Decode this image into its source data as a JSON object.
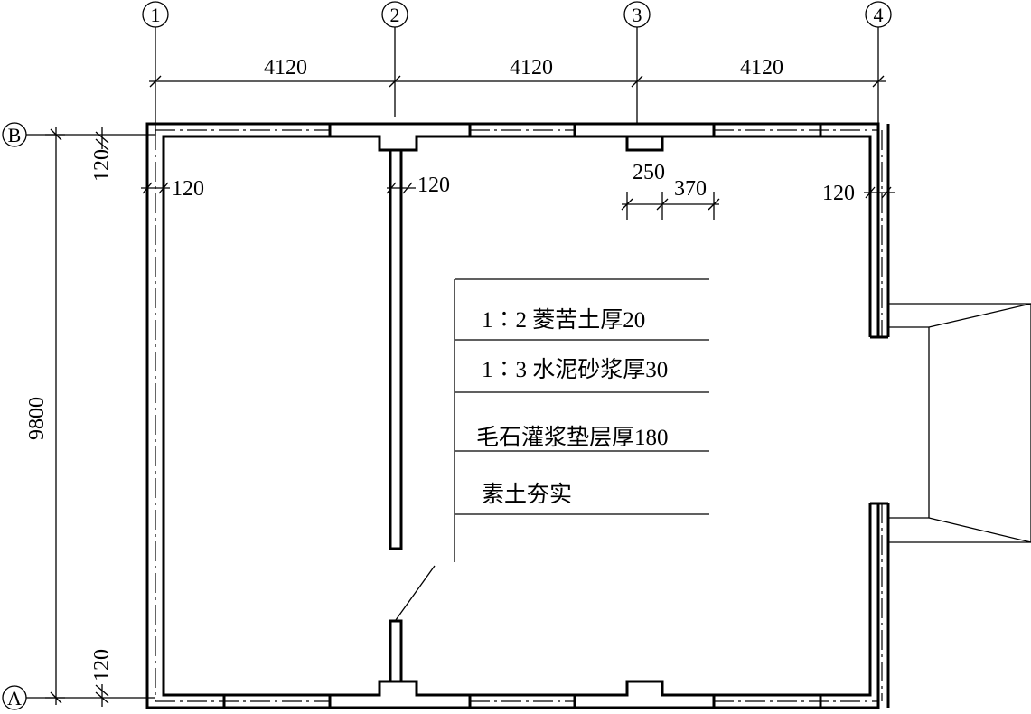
{
  "axes": {
    "columns": [
      "1",
      "2",
      "3",
      "4"
    ],
    "rows": [
      "B",
      "A"
    ]
  },
  "dimensions": {
    "bay_1_2": "4120",
    "bay_2_3": "4120",
    "bay_3_4": "4120",
    "depth_total": "9800",
    "wall_top_offset": "120",
    "wall_bottom_offset": "120",
    "wall_axis1": "120",
    "wall_axis2": "120",
    "wall_axis4": "120",
    "pilaster_width": "250",
    "pilaster_depth": "370"
  },
  "floor_layers": [
    "1∶2 菱苦土厚20",
    "1∶3 水泥砂浆厚30",
    "毛石灌浆垫层厚180",
    "素土夯实"
  ]
}
